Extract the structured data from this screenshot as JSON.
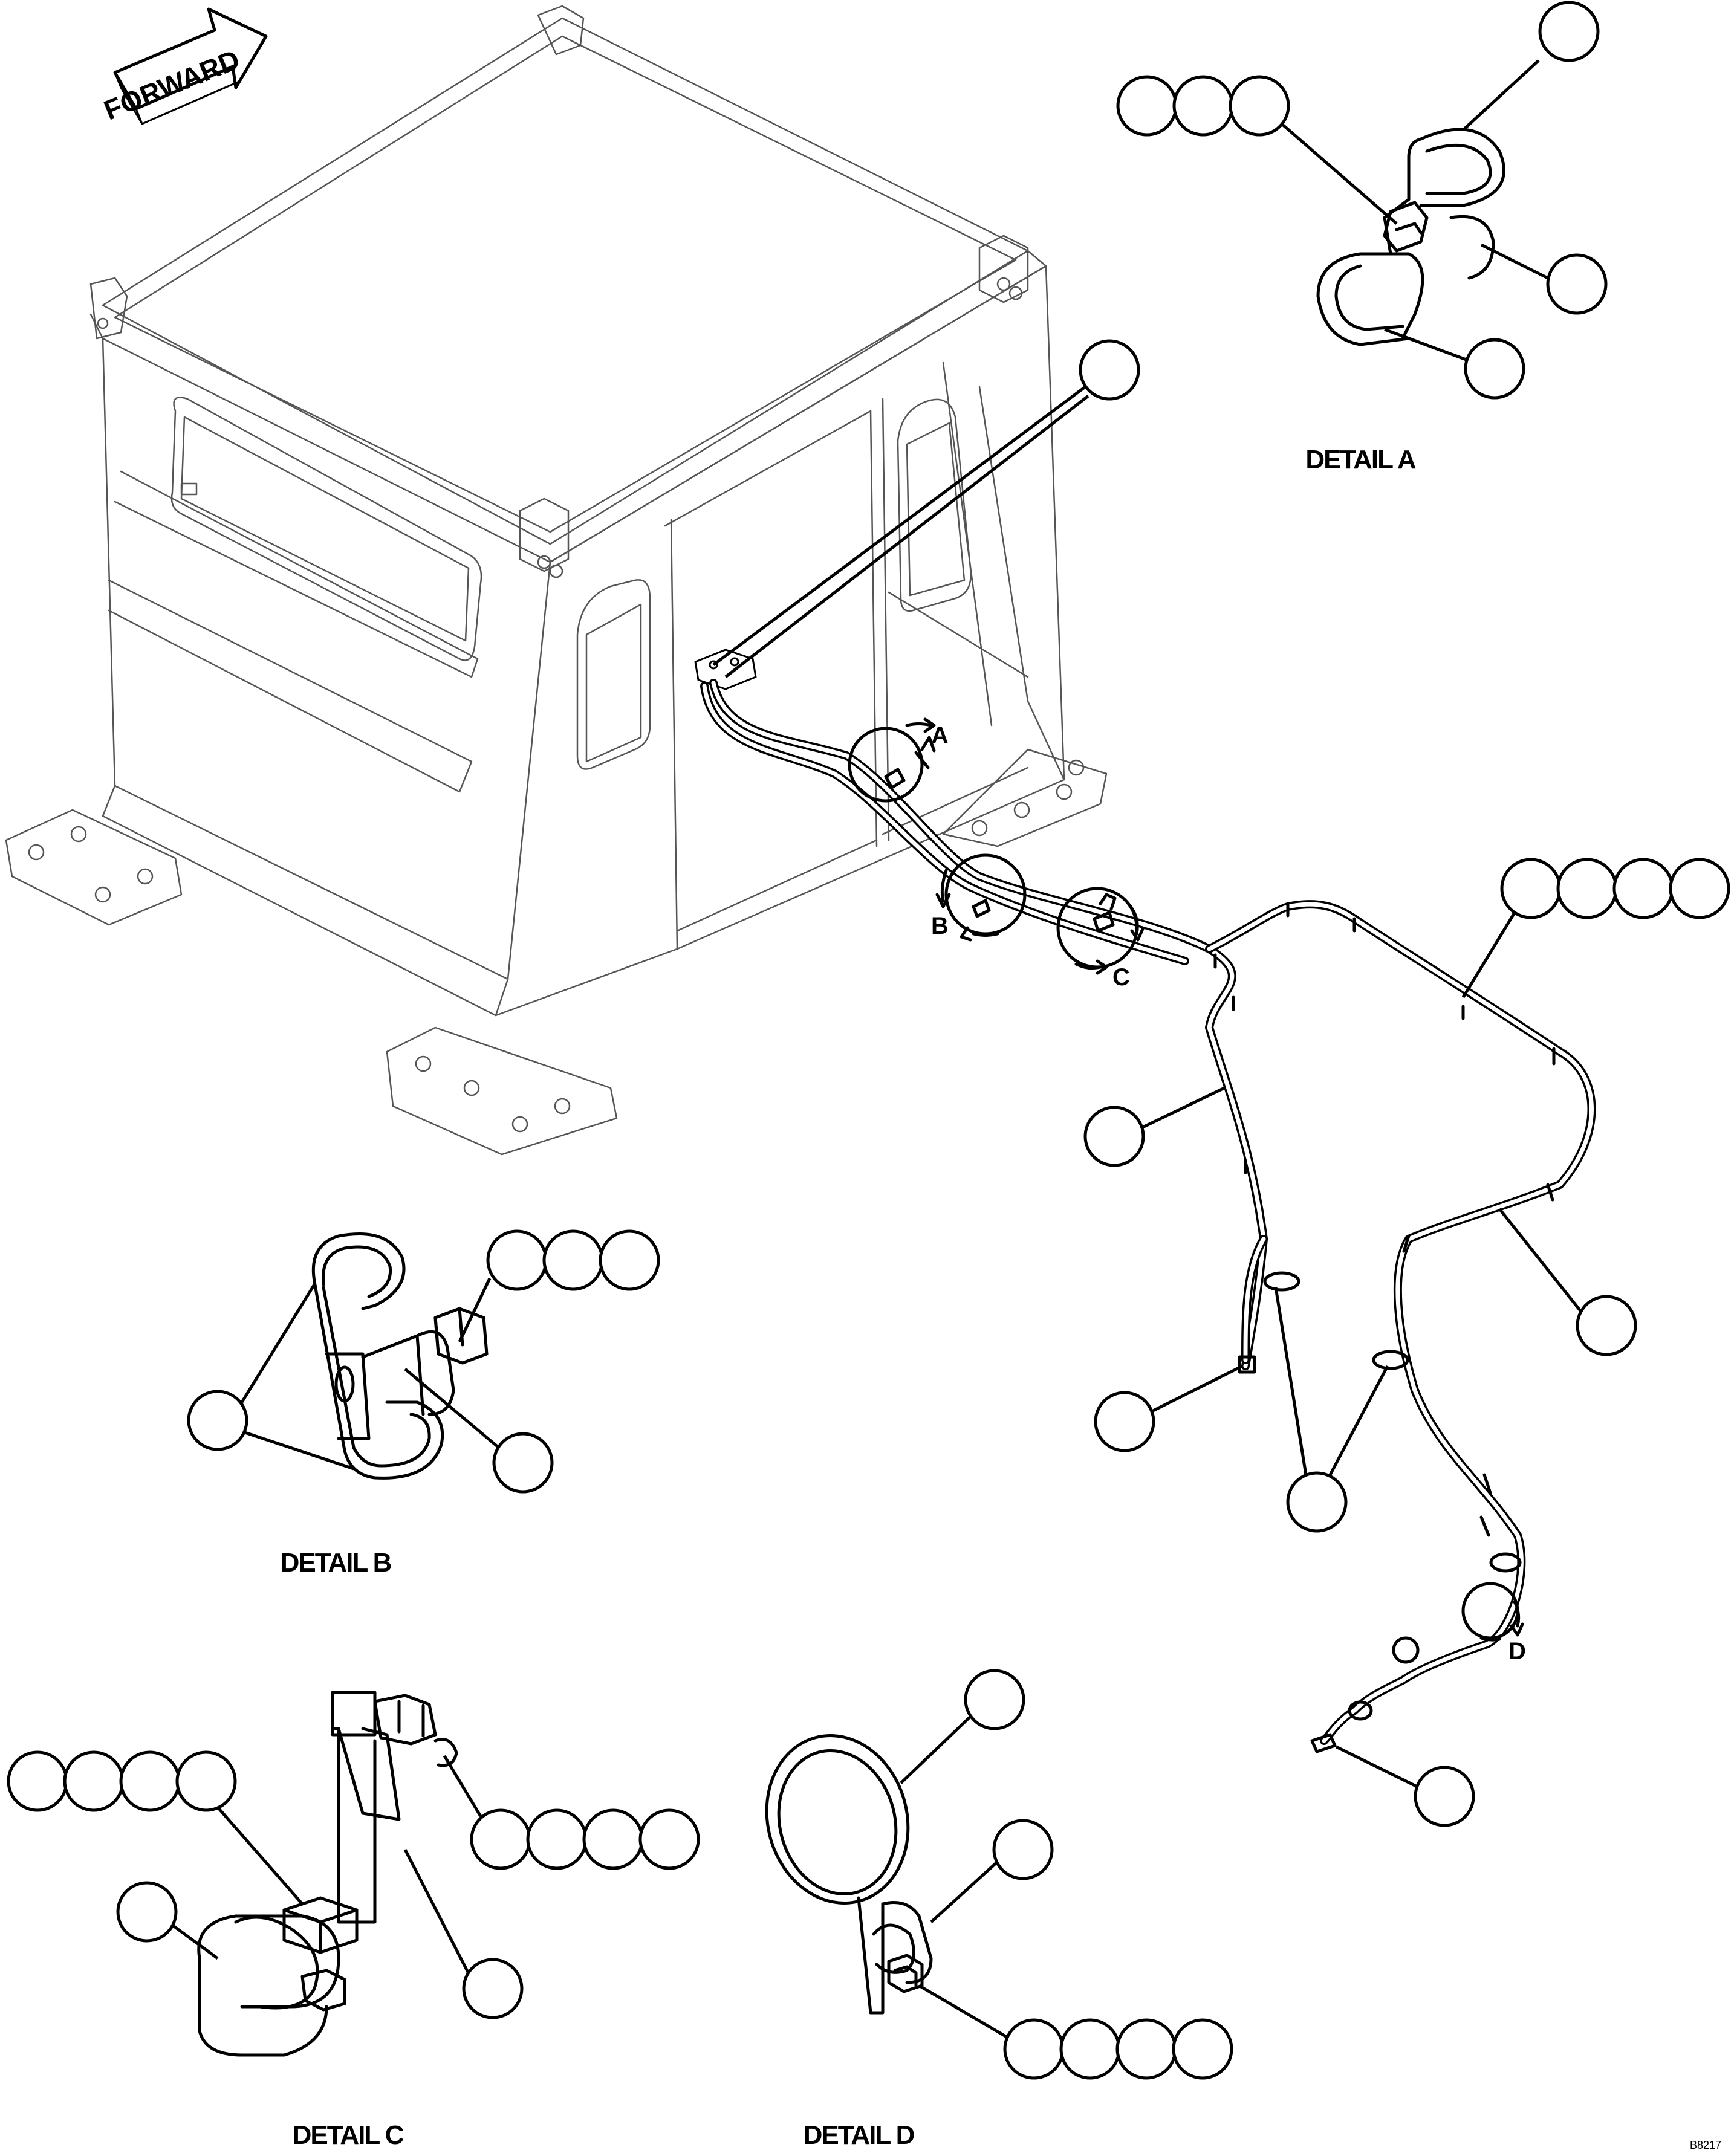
{
  "forward_arrow": {
    "text": "FORWARD"
  },
  "detail_letters": [
    "A",
    "B",
    "C",
    "D"
  ],
  "detail_titles": {
    "a": "DETAIL A",
    "b": "DETAIL B",
    "c": "DETAIL C",
    "d": "DETAIL D"
  },
  "figure_code": "B8217",
  "callout_groups": [
    {
      "id": "a-clamp-top",
      "count": 1
    },
    {
      "id": "a-bolt-group",
      "count": 3
    },
    {
      "id": "a-spacer",
      "count": 1
    },
    {
      "id": "a-clamp-bottom",
      "count": 1
    },
    {
      "id": "cab-bracket",
      "count": 1
    },
    {
      "id": "hose-upper-group",
      "count": 4
    },
    {
      "id": "hose-left-branch",
      "count": 1
    },
    {
      "id": "hose-right-branch",
      "count": 1
    },
    {
      "id": "hose-fitting-end",
      "count": 1
    },
    {
      "id": "hose-clamps",
      "count": 1
    },
    {
      "id": "hose-lower-end",
      "count": 1
    },
    {
      "id": "b-bolt-group",
      "count": 3
    },
    {
      "id": "b-clamp",
      "count": 1
    },
    {
      "id": "b-spacer",
      "count": 1
    },
    {
      "id": "c-bolt-group",
      "count": 4
    },
    {
      "id": "c-nut-group",
      "count": 4
    },
    {
      "id": "c-clamp",
      "count": 1
    },
    {
      "id": "c-bracket",
      "count": 1
    },
    {
      "id": "d-clamp",
      "count": 1
    },
    {
      "id": "d-spacer",
      "count": 1
    },
    {
      "id": "d-bolt-group",
      "count": 4
    }
  ]
}
